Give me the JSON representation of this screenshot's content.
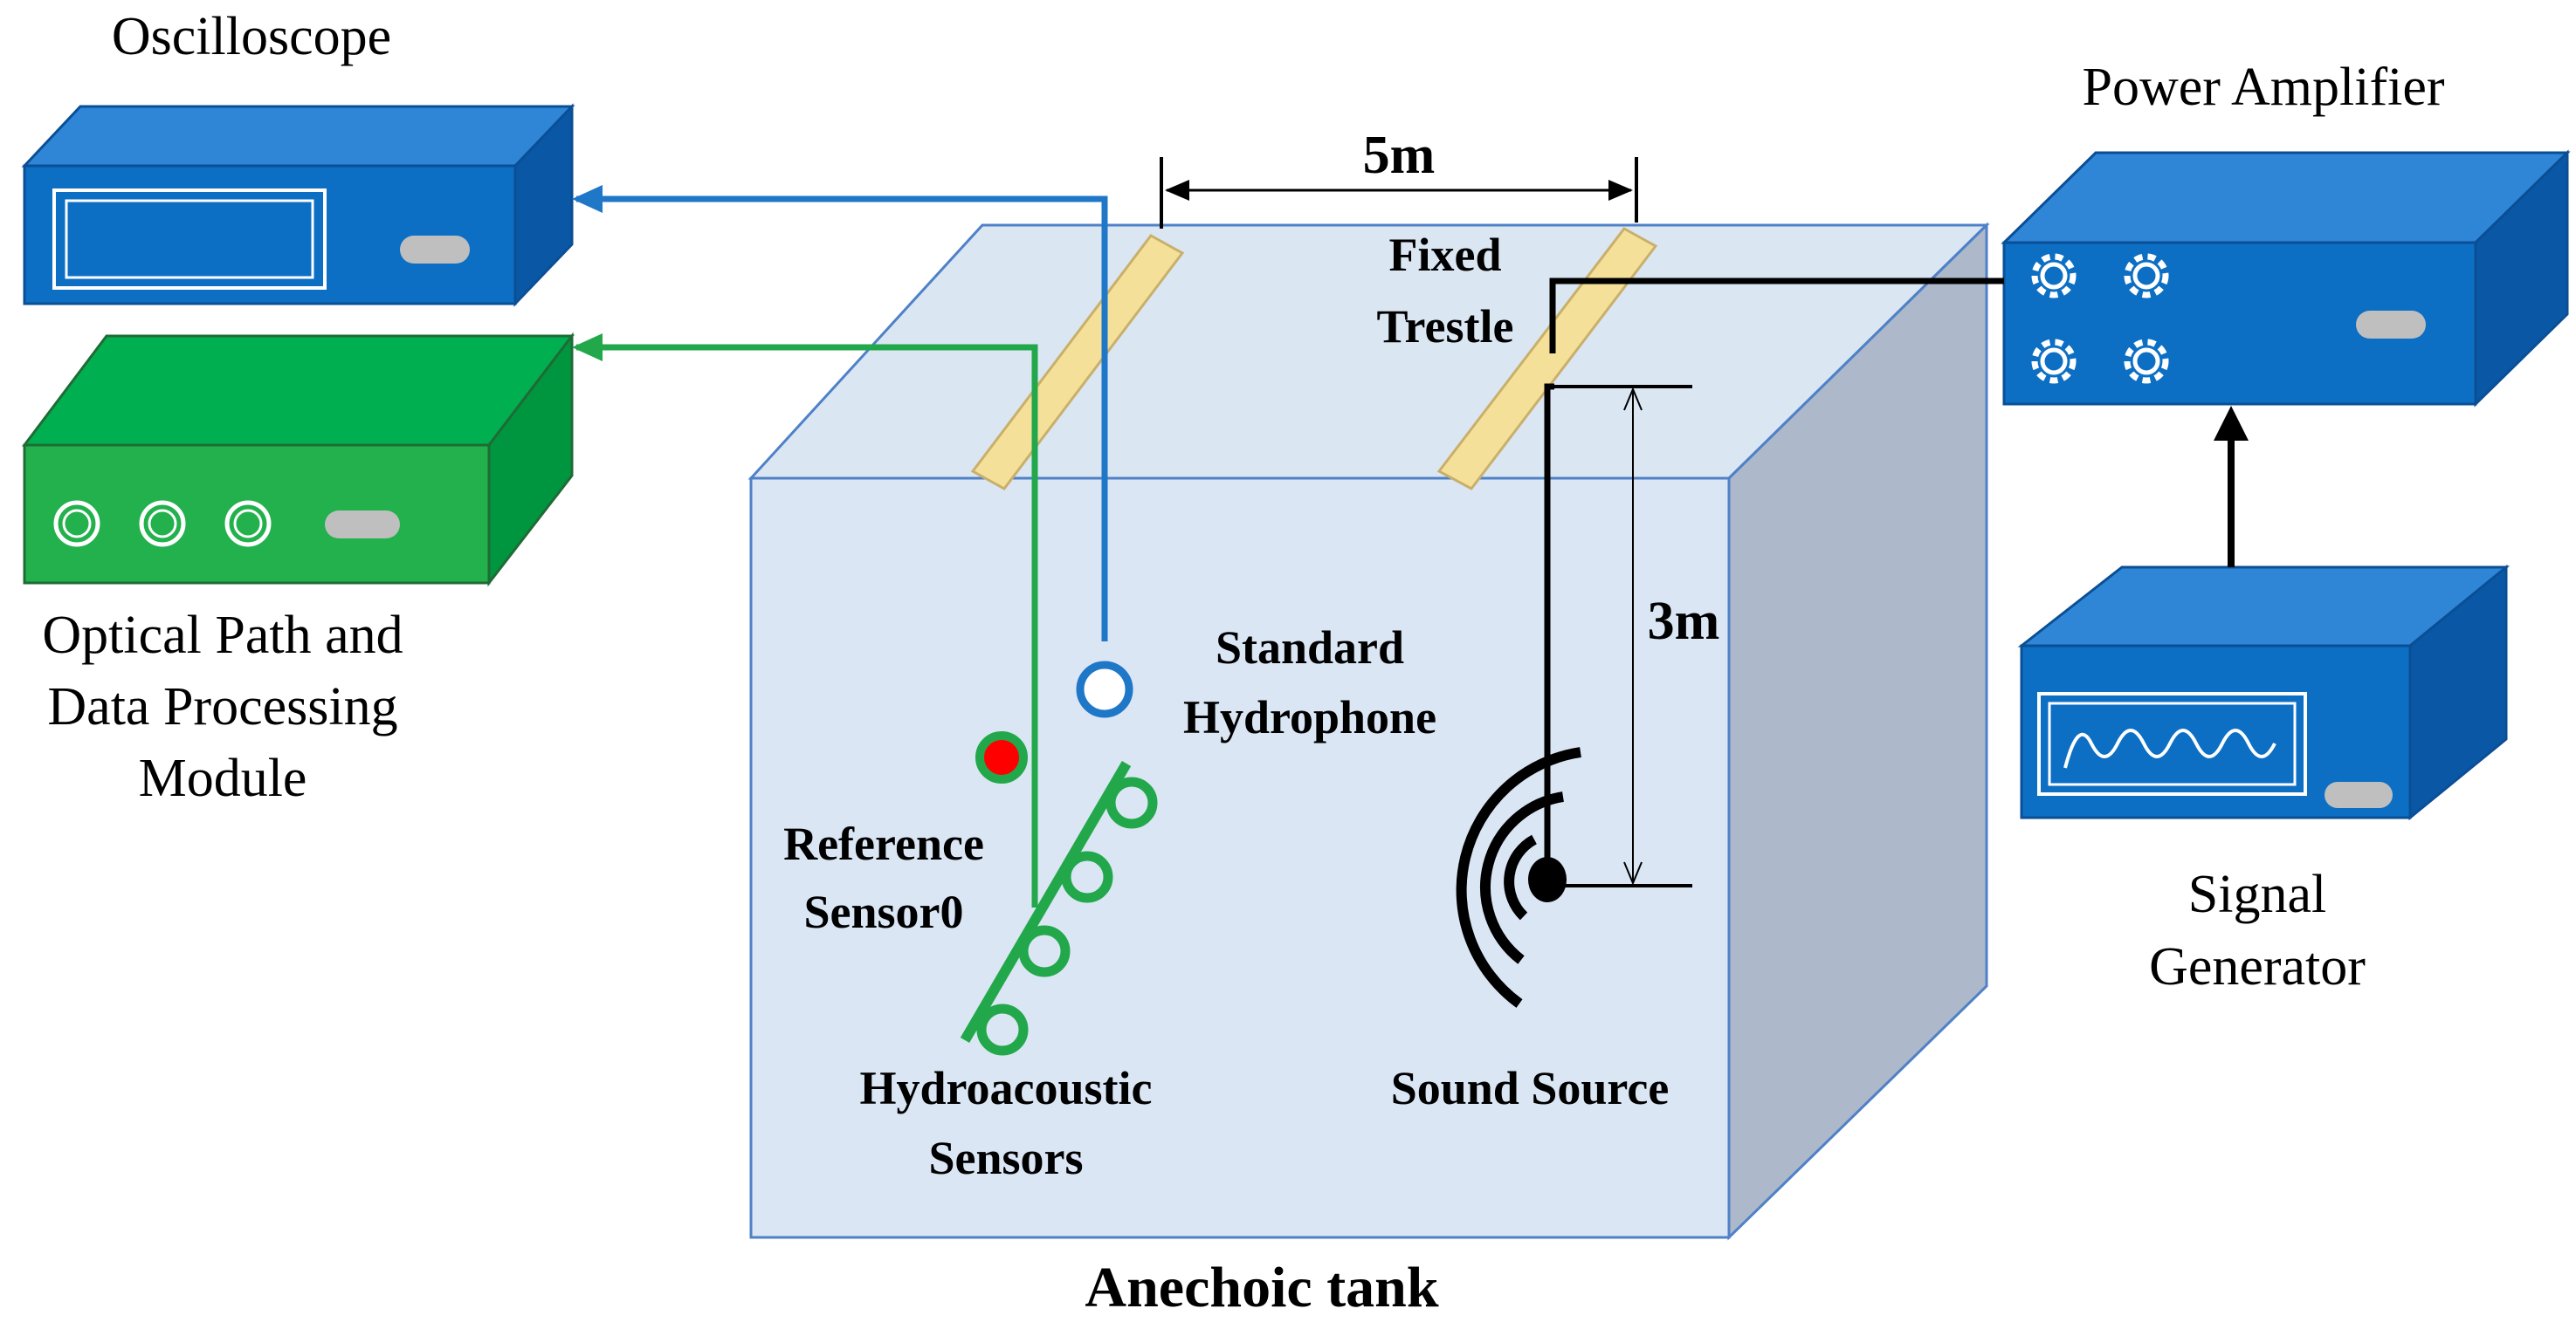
{
  "labels": {
    "oscilloscope": "Oscilloscope",
    "optical_line1": "Optical Path and",
    "optical_line2": "Data Processing",
    "optical_line3": "Module",
    "power_amplifier": "Power Amplifier",
    "signal_line1": "Signal",
    "signal_line2": "Generator",
    "distance_5m": "5m",
    "depth_3m": "3m",
    "fixed_line1": "Fixed",
    "fixed_line2": "Trestle",
    "standard_line1": "Standard",
    "standard_line2": "Hydrophone",
    "reference_line1": "Reference",
    "reference_line2": "Sensor0",
    "hydro_line1": "Hydroacoustic",
    "hydro_line2": "Sensors",
    "sound_source": "Sound Source",
    "tank": "Anechoic tank"
  },
  "colors": {
    "blue_device": "#0c6fc4",
    "green_device": "#00b050",
    "tank_front": "#dae6f4",
    "tank_side": "#adb9ca",
    "trestle": "#f5e09a",
    "blue_line": "#1f77c8",
    "green_line": "#22a84a",
    "black_line": "#000000",
    "sensor_red": "#ff0000"
  },
  "icons": {
    "oscilloscope_screen": "screen-icon",
    "amplifier_knobs": "gear-icon",
    "signal_screen": "sine-wave-icon"
  }
}
